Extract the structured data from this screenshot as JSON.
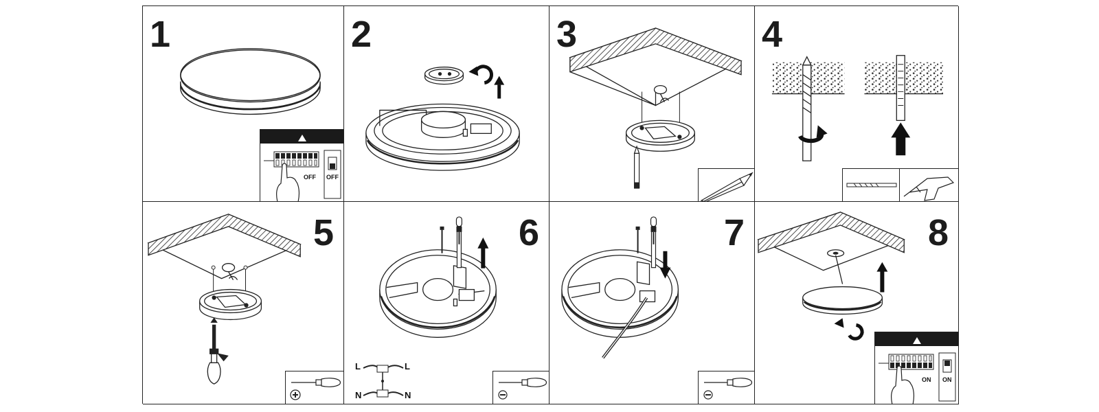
{
  "steps": [
    {
      "number": "1",
      "switch_label": "OFF",
      "breaker_label": "OFF"
    },
    {
      "number": "2"
    },
    {
      "number": "3"
    },
    {
      "number": "4"
    },
    {
      "number": "5"
    },
    {
      "number": "6",
      "wire_live": "L",
      "wire_neutral": "N"
    },
    {
      "number": "7"
    },
    {
      "number": "8",
      "switch_label": "ON",
      "breaker_label": "ON"
    }
  ],
  "icons": {
    "step1": [
      "breaker-panel-icon",
      "hand-icon"
    ],
    "step2": [
      "rotate-arrow-icon",
      "up-arrow-icon"
    ],
    "step3": [
      "pencil-icon"
    ],
    "step4": [
      "drill-bit-icon",
      "power-drill-icon",
      "wall-plug-icon"
    ],
    "step5": [
      "screwdriver-icon",
      "phillips-head-icon"
    ],
    "step6": [
      "screwdriver-icon",
      "flat-head-icon",
      "terminal-block-icon"
    ],
    "step7": [
      "screwdriver-icon",
      "flat-head-icon"
    ],
    "step8": [
      "breaker-panel-icon",
      "hand-icon",
      "rotate-arrow-icon",
      "up-arrow-icon"
    ]
  }
}
